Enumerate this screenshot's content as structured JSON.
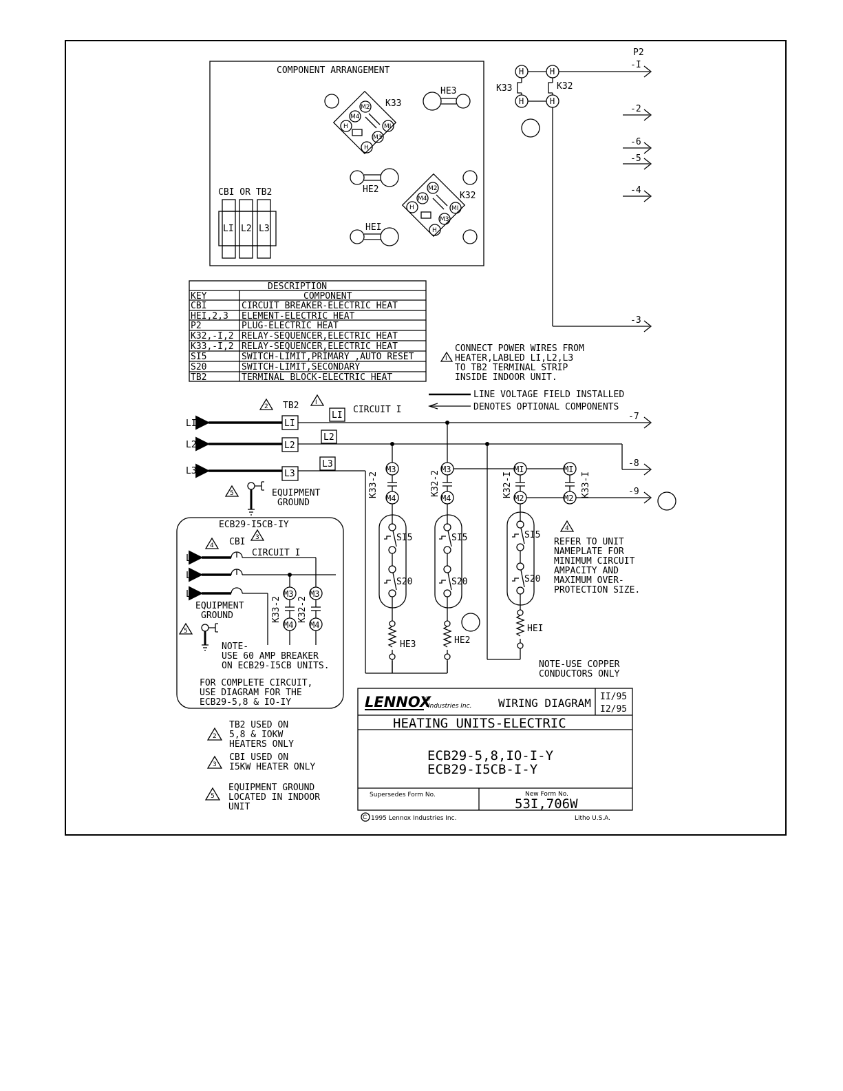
{
  "component_arrangement": {
    "title": "COMPONENT ARRANGEMENT",
    "cb_label": "CBI OR TB2",
    "terminals": [
      "LI",
      "L2",
      "L3"
    ],
    "heater_labels": [
      "HE3",
      "HE2",
      "HEI"
    ],
    "relay_labels": [
      "K33",
      "K32"
    ],
    "relay_terminals": [
      "M2",
      "M4",
      "MI",
      "M3",
      "H",
      "H"
    ]
  },
  "description_table": {
    "title": "DESCRIPTION",
    "headers": [
      "KEY",
      "COMPONENT"
    ],
    "rows": [
      [
        "CBI",
        "CIRCUIT BREAKER-ELECTRIC HEAT"
      ],
      [
        "HEI,2,3",
        "ELEMENT-ELECTRIC HEAT"
      ],
      [
        "P2",
        "PLUG-ELECTRIC HEAT"
      ],
      [
        "K32,-I,2",
        "RELAY-SEQUENCER,ELECTRIC HEAT"
      ],
      [
        "K33,-I,2",
        "RELAY-SEQUENCER,ELECTRIC HEAT"
      ],
      [
        "SI5",
        "SWITCH-LIMIT,PRIMARY ,AUTO RESET"
      ],
      [
        "S20",
        "SWITCH-LIMIT,SECONDARY"
      ],
      [
        "TB2",
        "TERMINAL BLOCK-ELECTRIC HEAT"
      ]
    ]
  },
  "plug": {
    "label": "P2",
    "relay_left": "K33",
    "relay_right": "K32",
    "h": "H",
    "pins": [
      "-I",
      "-2",
      "-6",
      "-5",
      "-4",
      "-3",
      "-7",
      "-8",
      "-9"
    ]
  },
  "notes": {
    "note1": [
      "CONNECT POWER WIRES FROM",
      "HEATER,LABLED LI,L2,L3",
      "TO TB2 TERMINAL STRIP",
      "INSIDE INDOOR UNIT."
    ],
    "legend_line": "LINE VOLTAGE FIELD INSTALLED",
    "legend_optional": "DENOTES OPTIONAL COMPONENTS",
    "note4": [
      "REFER TO UNIT",
      "NAMEPLATE FOR",
      "MINIMUM CIRCUIT",
      "AMPACITY AND",
      "MAXIMUM  OVER-",
      "PROTECTION SIZE."
    ],
    "copper": [
      "NOTE-USE COPPER",
      "CONDUCTORS ONLY"
    ],
    "note2": [
      "TB2 USED ON",
      "5,8 & IOKW",
      "HEATERS ONLY"
    ],
    "note3": [
      "CBI USED ON",
      "I5KW HEATER ONLY"
    ],
    "note5": [
      "EQUIPMENT GROUND",
      "LOCATED IN INDOOR",
      "UNIT"
    ]
  },
  "main_circuit": {
    "tb2": "TB2",
    "circuit": "CIRCUIT I",
    "lines": [
      "LI",
      "L2",
      "L3"
    ],
    "ground": [
      "EQUIPMENT",
      "GROUND"
    ],
    "relays": [
      "K33-2",
      "K32-2",
      "K32-I",
      "K33-I"
    ],
    "m": [
      "M3",
      "M4",
      "MI",
      "M2"
    ],
    "limits": [
      "SI5",
      "S20"
    ],
    "heaters": [
      "HE3",
      "HE2",
      "HEI"
    ]
  },
  "inset": {
    "title": "ECB29-I5CB-IY",
    "cbi": "CBI",
    "circuit": "CIRCUIT I",
    "lines": [
      "LI",
      "L2",
      "L2"
    ],
    "ground": [
      "EQUIPMENT",
      "GROUND"
    ],
    "relays": [
      "K33-2",
      "K32-2"
    ],
    "m": [
      "M3",
      "M4"
    ],
    "note": [
      "NOTE-",
      "USE 60 AMP BREAKER",
      "ON ECB29-I5CB UNITS."
    ],
    "complete": [
      "FOR COMPLETE CIRCUIT,",
      "USE DIAGRAM FOR THE",
      "ECB29-5,8 & IO-IY"
    ]
  },
  "markers": [
    "2",
    "I",
    "3",
    "4",
    "5"
  ],
  "title_block": {
    "logo": "LENNOX",
    "reg": "®",
    "industries": "Industries Inc.",
    "doc_type": "WIRING DIAGRAM",
    "dates": [
      "II/95",
      "I2/95"
    ],
    "subtitle": "HEATING UNITS-ELECTRIC",
    "models": [
      "ECB29-5,8,IO-I-Y",
      "ECB29-I5CB-I-Y"
    ],
    "supersedes": "Supersedes Form No.",
    "new_form_label": "New Form No.",
    "form_no": "53I,706W",
    "copyright": "1995 Lennox Industries Inc.",
    "litho": "Litho U.S.A.",
    "c": "C"
  }
}
